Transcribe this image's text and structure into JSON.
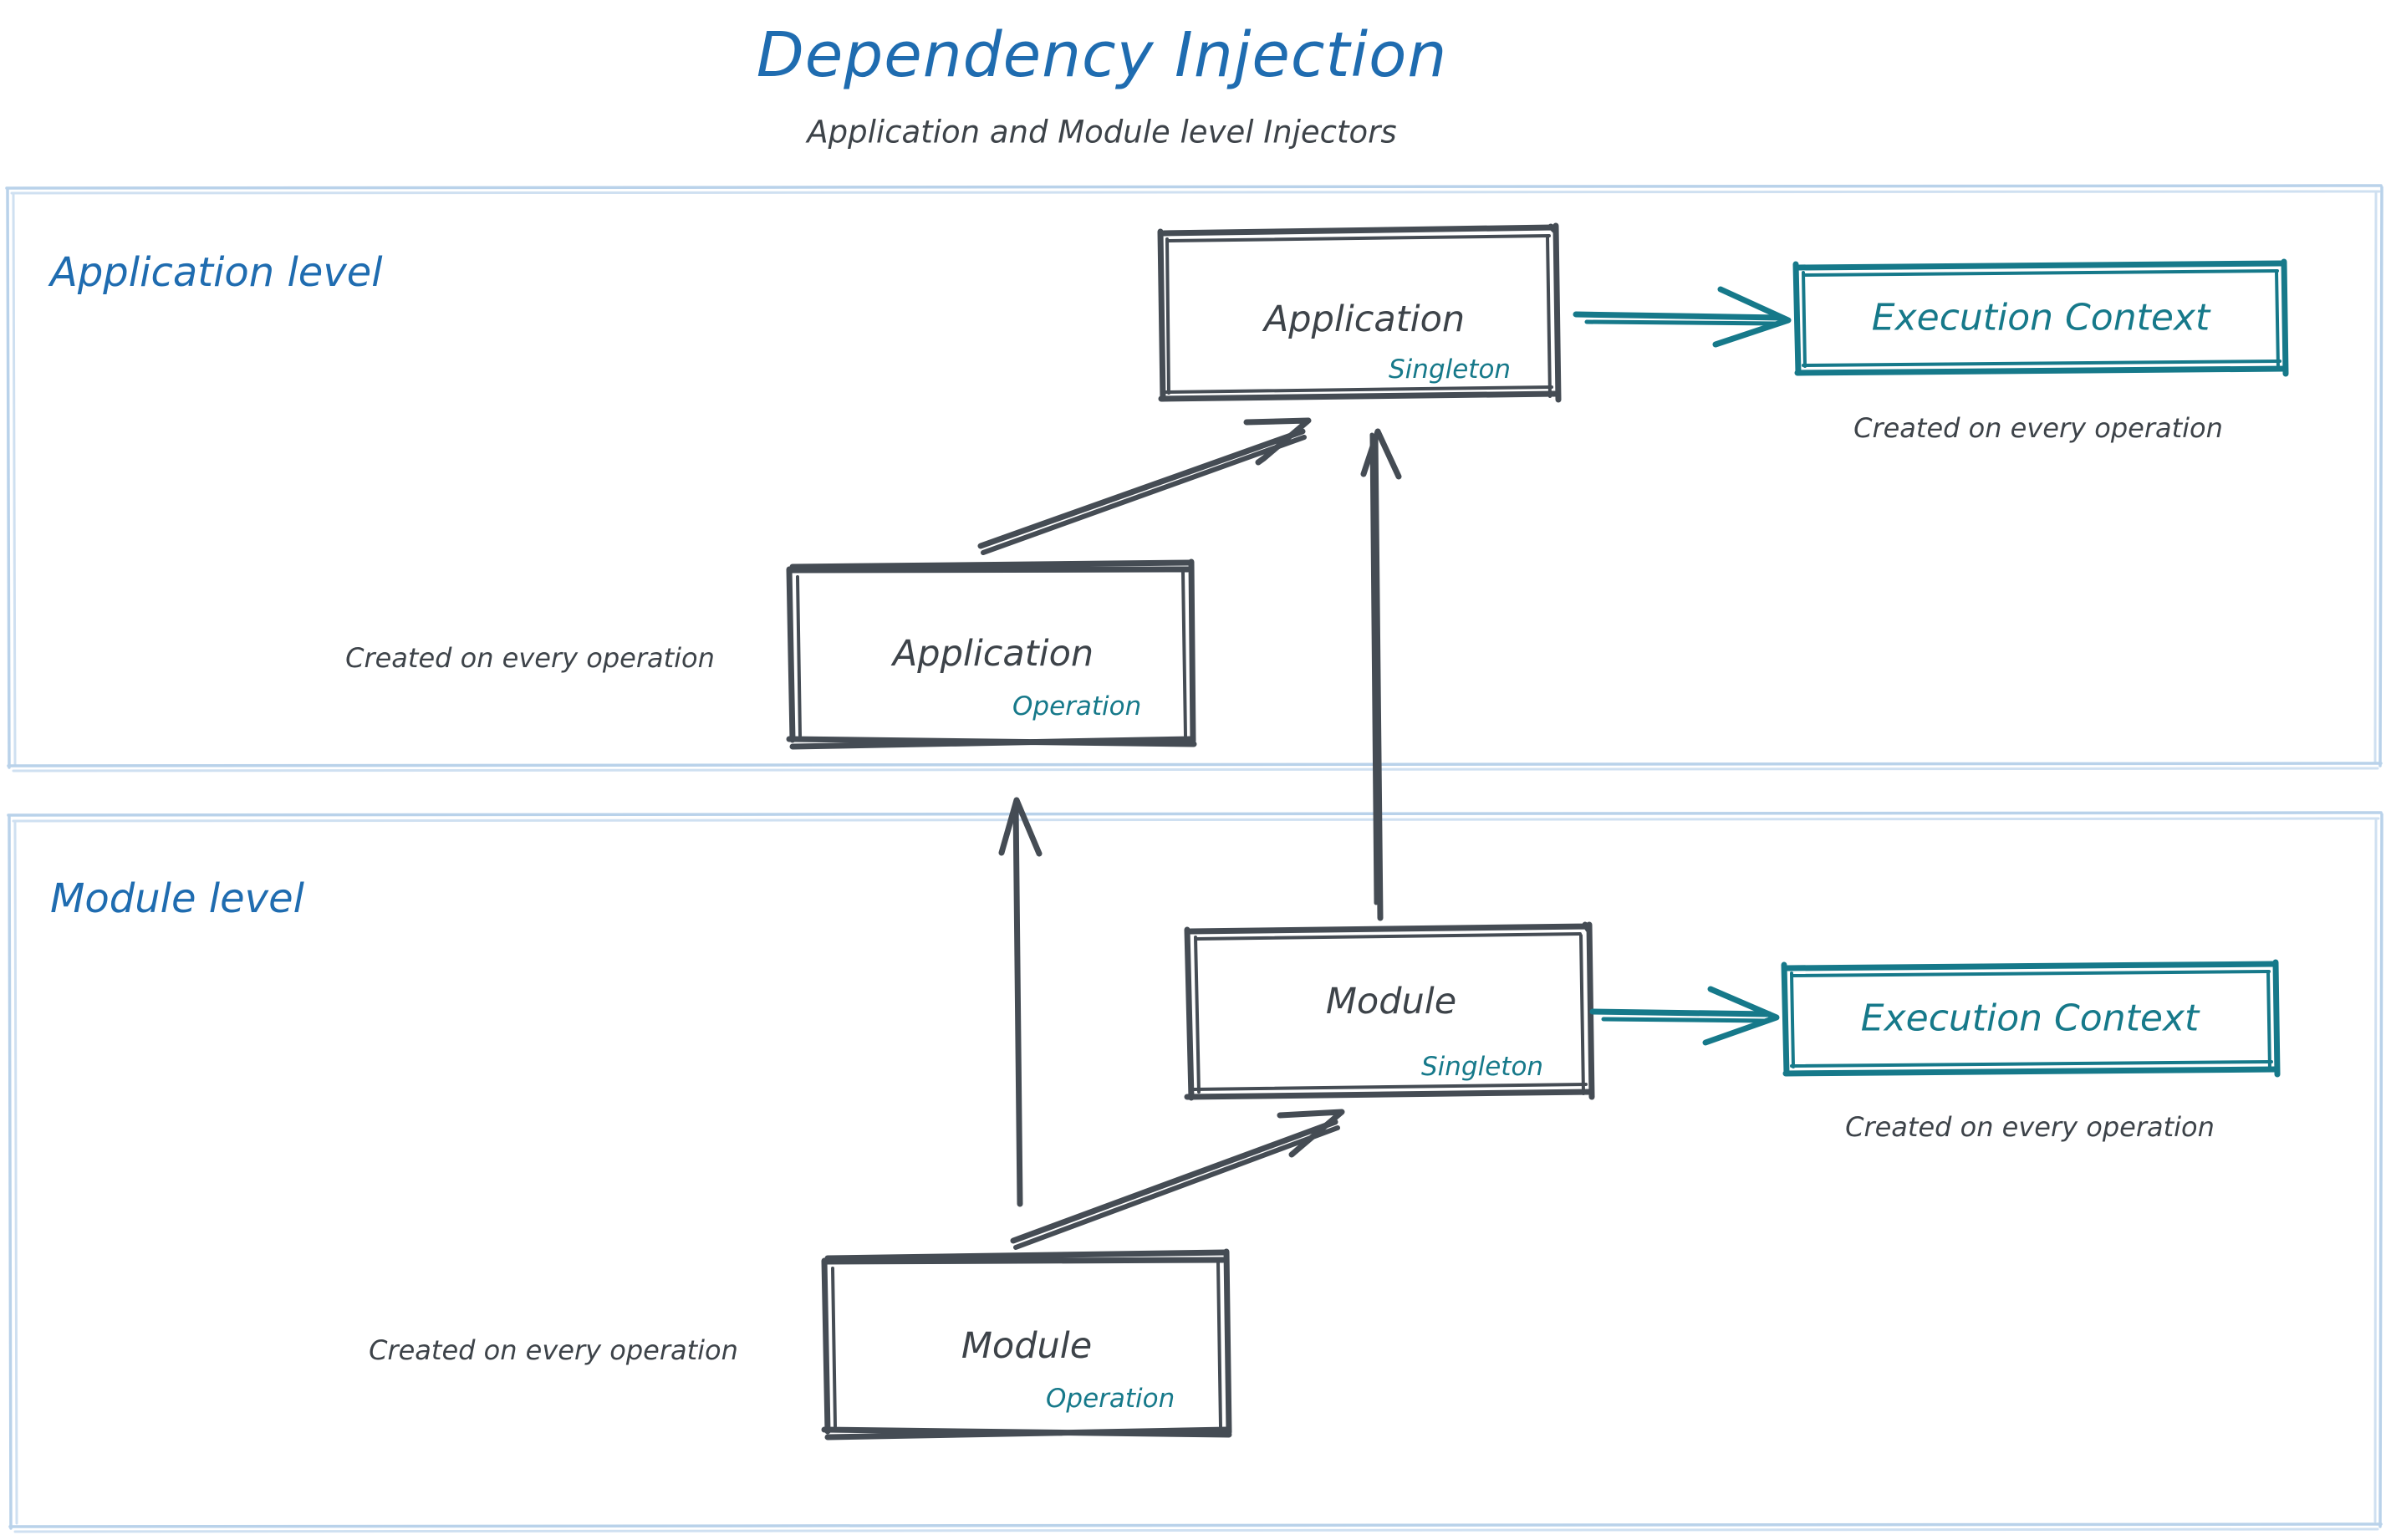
{
  "header": {
    "title": "Dependency Injection",
    "subtitle": "Application and Module level Injectors"
  },
  "colors": {
    "title_blue": "#1f6cb0",
    "panel_border_blue": "#b9d2ea",
    "box_stroke_gray": "#454c54",
    "text_gray": "#3d4349",
    "accent_teal": "#16798a",
    "background": "#ffffff"
  },
  "panels": [
    {
      "id": "application-level",
      "label": "Application level"
    },
    {
      "id": "module-level",
      "label": "Module level"
    }
  ],
  "nodes": {
    "application_singleton": {
      "title": "Application",
      "tag": "Singleton"
    },
    "application_operation": {
      "title": "Application",
      "tag": "Operation",
      "caption": "Created on every operation"
    },
    "module_singleton": {
      "title": "Module",
      "tag": "Singleton"
    },
    "module_operation": {
      "title": "Module",
      "tag": "Operation",
      "caption": "Created on every operation"
    },
    "execution_context_app": {
      "title": "Execution Context",
      "caption": "Created on every operation"
    },
    "execution_context_module": {
      "title": "Execution Context",
      "caption": "Created on every operation"
    }
  },
  "edges": [
    {
      "id": "app-op-to-app-singleton",
      "from": "application_operation",
      "to": "application_singleton",
      "style": "diagonal-arrow",
      "color": "#454c54"
    },
    {
      "id": "app-singleton-to-exec-context",
      "from": "application_singleton",
      "to": "execution_context_app",
      "style": "horizontal-arrow",
      "color": "#16798a"
    },
    {
      "id": "module-singleton-to-app-singleton",
      "from": "module_singleton",
      "to": "application_singleton",
      "style": "vertical-arrow",
      "color": "#454c54"
    },
    {
      "id": "module-op-to-app-op",
      "from": "module_operation",
      "to": "application_operation",
      "style": "vertical-arrow",
      "color": "#454c54"
    },
    {
      "id": "module-op-to-module-singleton",
      "from": "module_operation",
      "to": "module_singleton",
      "style": "diagonal-arrow",
      "color": "#454c54"
    },
    {
      "id": "module-singleton-to-exec-context",
      "from": "module_singleton",
      "to": "execution_context_module",
      "style": "horizontal-arrow",
      "color": "#16798a"
    }
  ]
}
